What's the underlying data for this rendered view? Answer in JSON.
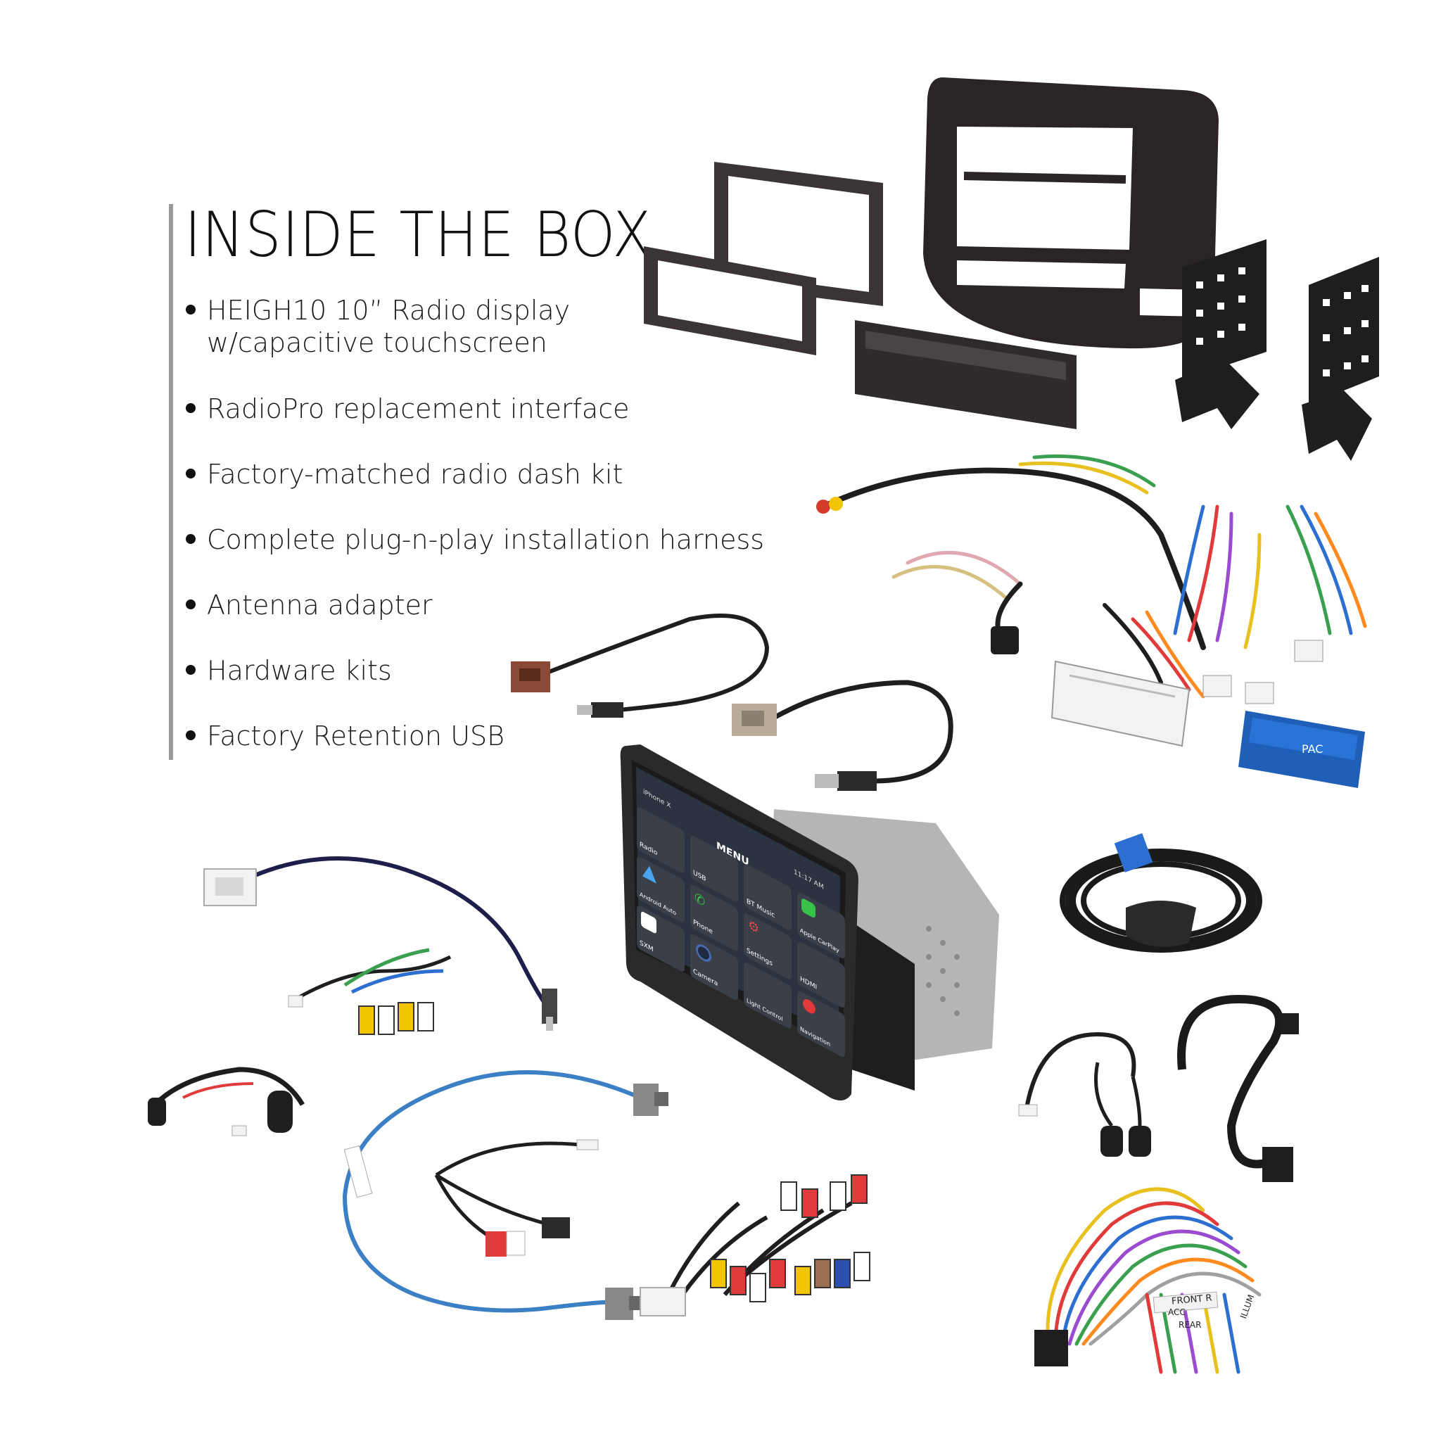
{
  "header": {
    "title": "INSIDE THE BOX"
  },
  "items": [
    {
      "line1": "HEIGH10 10” Radio display",
      "line2": "w/capacitive touchscreen"
    },
    {
      "line1": "RadioPro replacement interface"
    },
    {
      "line1": "Factory-matched radio dash kit"
    },
    {
      "line1": "Complete plug-n-play installation harness"
    },
    {
      "line1": "Antenna adapter"
    },
    {
      "line1": "Hardware kits"
    },
    {
      "line1": "Factory Retention USB"
    }
  ],
  "radio_screen": {
    "status_left": "iPhone X",
    "menu_title": "MENU",
    "clock": "11:17 AM",
    "apps": [
      "Radio",
      "USB",
      "BT Music",
      "Apple CarPlay",
      "Android Auto",
      "Phone",
      "Settings",
      "HDMI",
      "SXM",
      "Camera",
      "Light Control",
      "Navigation"
    ]
  },
  "harness_labels": {
    "front": "FRONT R",
    "acc": "ACC",
    "rear": "REAR",
    "illum": "ILLUM"
  },
  "colors": {
    "accent_bar": "#9a9a9a",
    "text": "#1a1a1a",
    "dash_kit": "#2a2428",
    "cable_dark": "#1e1e1e",
    "cable_blue": "#3b7fc4",
    "interface_blue": "#1f5fb8"
  }
}
